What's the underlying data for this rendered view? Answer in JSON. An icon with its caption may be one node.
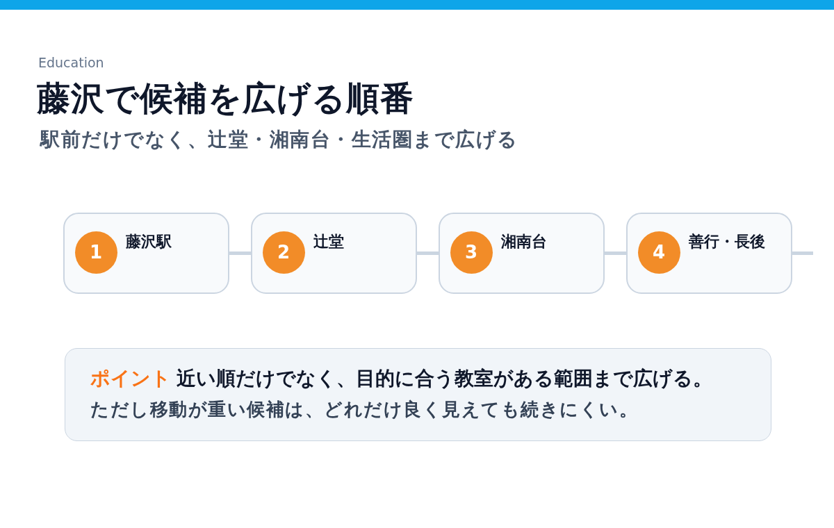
{
  "diagram": {
    "title": "藤沢で候補を広げる順番",
    "nodes": [
      {
        "text": [],
        "shape": "bar"
      },
      {
        "text": [
          "藤沢駅"
        ]
      },
      {
        "text": [
          "1"
        ],
        "in": 1
      },
      {
        "text": [
          "辻堂"
        ]
      },
      {
        "text": [
          "2"
        ],
        "in": 3
      },
      {
        "text": [
          "湘南台"
        ]
      },
      {
        "text": [
          "3"
        ],
        "in": 5
      },
      {
        "text": [
          "善行・長後"
        ]
      },
      {
        "text": [
          "4"
        ],
        "in": 7
      },
      {
        "text": [
          "ポイント",
          "近い順だけでなく、目的に合う教室がある範囲まで広げる。",
          "ただし移動が重い候補は、どれだけ良く見えても続きにくい。"
        ]
      }
    ],
    "edges": [
      {
        "from": 1,
        "to": 3,
        "arrow": "none"
      },
      {
        "from": 3,
        "to": 5,
        "arrow": "none"
      },
      {
        "from": 5,
        "to": 7,
        "arrow": "none"
      },
      {
        "from": 7,
        "to": null,
        "arrow": "none"
      }
    ],
    "labels": [
      "Education",
      "駅前だけでなく、辻堂・湘南台・生活圏まで広げる"
    ]
  }
}
